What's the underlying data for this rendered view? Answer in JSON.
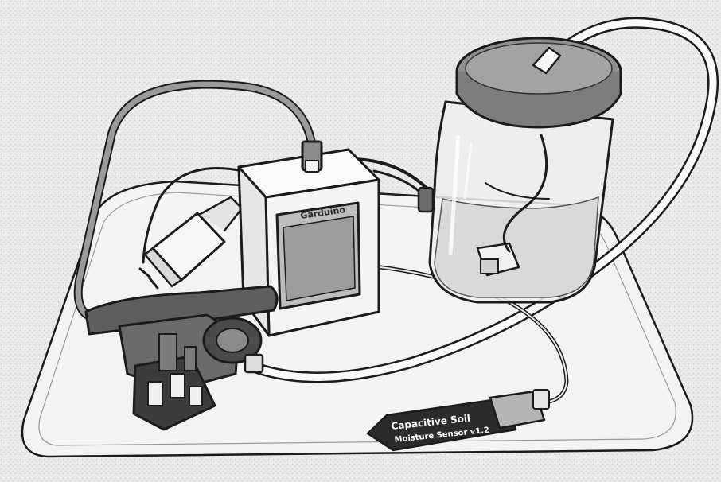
{
  "illustration": {
    "style": "grayscale line drawing",
    "device_brand_label": "Garduino",
    "sensor_label": {
      "line1": "Capacitive Soil",
      "line2": "Moisture Sensor v1.2"
    }
  },
  "colors": {
    "background": "#e9e9e9",
    "mat": "#f2f2f2",
    "ink": "#1b1b1b",
    "jar_lid": "#8f8f8f",
    "screen": "#9c9c9c",
    "pump_body": "#5e5e5e",
    "sensor_board": "#2b2b2b"
  },
  "icons": [
    "usb-plug-icon",
    "power-adapter-icon",
    "water-pump-icon",
    "tube-icon"
  ]
}
